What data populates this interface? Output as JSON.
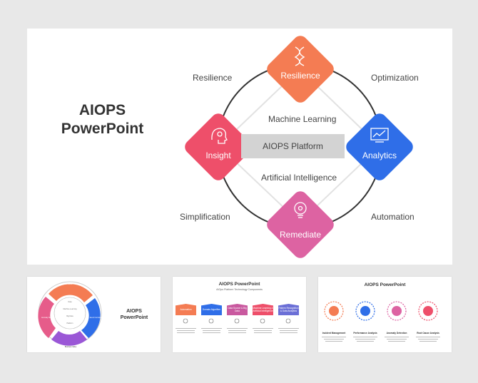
{
  "main_slide": {
    "title_line1": "AIOPS",
    "title_line2": "PowerPoint",
    "corner_labels": {
      "top_left": "Resilience",
      "top_right": "Optimization",
      "bottom_left": "Simplification",
      "bottom_right": "Automation"
    },
    "center": {
      "upper": "Machine Learning",
      "platform": "AIOPS Platform",
      "lower": "Artificial Intelligence"
    },
    "nodes": {
      "top": {
        "label": "Resilience",
        "color": "#f47c53"
      },
      "left": {
        "label": "Insight",
        "color": "#ee4f6a"
      },
      "right": {
        "label": "Analytics",
        "color": "#2f6ee8"
      },
      "bottom": {
        "label": "Remediate",
        "color": "#dd63a2"
      }
    }
  },
  "thumbnails": {
    "thumb1": {
      "title_line1": "AIOPS",
      "title_line2": "PowerPoint",
      "ring_labels": [
        "Root Cause",
        "Event Correlation",
        "Anomaly Detection"
      ],
      "center_items": [
        "Data",
        "Machine Learning",
        "Big Data",
        "Platform"
      ],
      "footer": "Business Value"
    },
    "thumb2": {
      "title": "AIOPS PowerPoint",
      "subtitle": "AIOps Platform Technology Components",
      "steps": [
        {
          "label": "Automation",
          "color": "#f47c53"
        },
        {
          "label": "Domain Algorithm",
          "color": "#2f6ee8"
        },
        {
          "label": "Data Source & Big Data",
          "color": "#c9599f"
        },
        {
          "label": "Machine Learning & Artificial Intelligence",
          "color": "#ee4f6a"
        },
        {
          "label": "Pattern Recognition & Data Analytics",
          "color": "#6b6fd6"
        }
      ]
    },
    "thumb3": {
      "title": "AIOPS PowerPoint",
      "items": [
        {
          "label": "Incident Management",
          "color": "#f47c53"
        },
        {
          "label": "Performance Analysis",
          "color": "#2f6ee8"
        },
        {
          "label": "Anomaly Detection",
          "color": "#dd63a2"
        },
        {
          "label": "Root Cause Analysis",
          "color": "#ee4f6a"
        }
      ]
    }
  }
}
